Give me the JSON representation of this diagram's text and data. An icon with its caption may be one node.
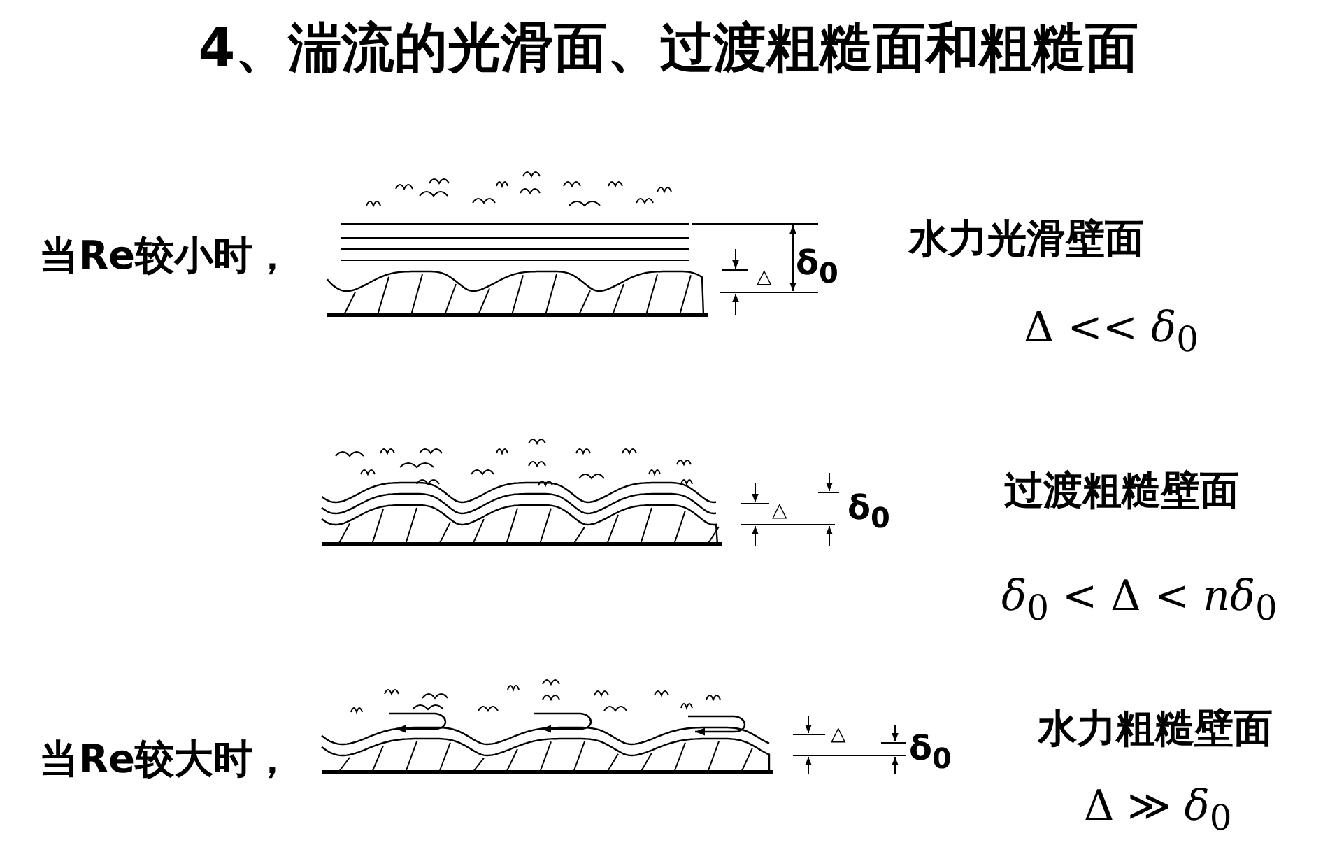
{
  "diagram": {
    "title": "4、湍流的光滑面、过渡粗糙面和粗糙面",
    "labels": [
      "当Re较小时，",
      "△",
      "δ$_{0}$",
      "水力光滑壁面",
      "Δ << *δ*$_{0}$",
      "△",
      "δ$_{0}$",
      "过渡粗糙壁面",
      "*δ*$_{0}$ < Δ < *nδ*$_{0}$",
      "当Re较大时，",
      "△",
      "δ$_{0}$",
      "水力粗糙壁面",
      "Δ ≫ *δ*$_{0}$"
    ]
  }
}
